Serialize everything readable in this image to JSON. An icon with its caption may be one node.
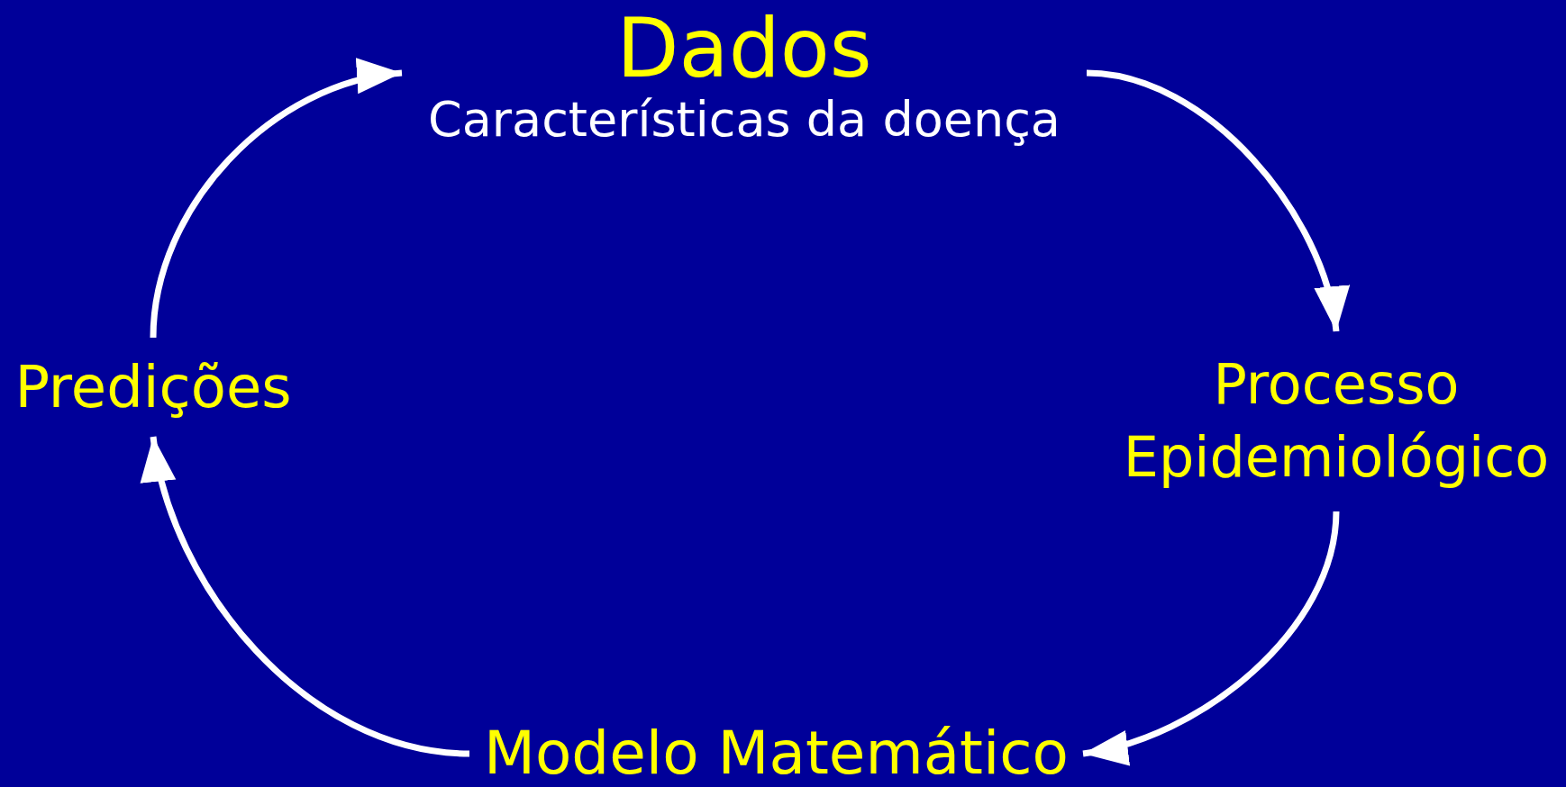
{
  "diagram": {
    "nodes": [
      {
        "text": [
          "Dados",
          "Características da doença"
        ]
      },
      {
        "text": [
          "Processo Epidemiológico"
        ]
      },
      {
        "text": [
          "Modelo Matemático"
        ]
      },
      {
        "text": [
          "Predições"
        ]
      }
    ],
    "edges": [
      {
        "from": 0,
        "to": 1,
        "arrow": "to"
      },
      {
        "from": 1,
        "to": 2,
        "arrow": "to"
      },
      {
        "from": 2,
        "to": 3,
        "arrow": "to"
      },
      {
        "from": 3,
        "to": 0,
        "arrow": "to"
      }
    ]
  }
}
